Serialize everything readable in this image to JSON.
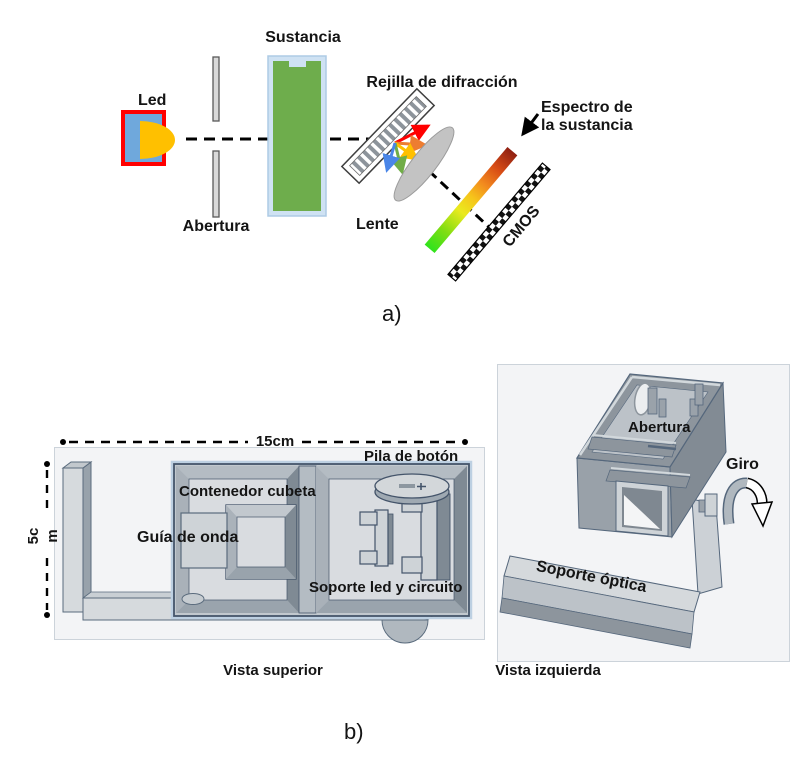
{
  "figure": {
    "panel_a": {
      "caption": "a)",
      "labels": {
        "led": "Led",
        "abertura": "Abertura",
        "sustancia": "Sustancia",
        "rejilla": "Rejilla de difracción",
        "lente": "Lente",
        "espectro_line1": "Espectro de",
        "espectro_line2": "la sustancia",
        "cmos": "CMOS"
      },
      "colors": {
        "led_dome": "#ffc000",
        "led_frame": "#ff0000",
        "led_body": "#6fa8dc",
        "cuvette_border": "#cfe2f3",
        "cuvette_fill": "#6ead4c",
        "spectrum_green": "#2fe31c",
        "spectrum_red": "#8f2012",
        "arrow_red": "#ff0000",
        "arrow_orange": "#ed7d31",
        "arrow_yellow": "#ffc000",
        "arrow_green": "#70ad47",
        "arrow_blue": "#4a86e8"
      }
    },
    "panel_b": {
      "caption": "b)",
      "dimensions": {
        "width": "15cm",
        "height_line1": "5c",
        "height_line2": "m"
      },
      "labels": {
        "pila": "Pila de botón",
        "contenedor": "Contenedor cubeta",
        "guia": "Guía de onda",
        "soporte_led": "Soporte led y circuito",
        "abertura": "Abertura",
        "giro": "Giro",
        "soporte_optica": "Soporte óptica"
      },
      "view_captions": {
        "left": "Vista superior",
        "right": "Vista izquierda"
      }
    }
  }
}
